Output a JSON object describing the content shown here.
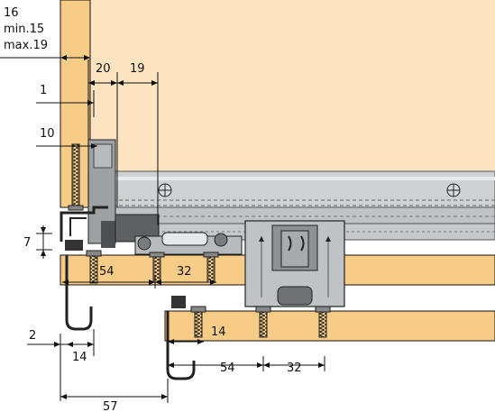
{
  "labels": {
    "side_thickness": "16",
    "side_min": "min.15",
    "side_max": "max.19",
    "gap_20": "20",
    "gap_19": "19",
    "dim_1": "1",
    "dim_10": "10",
    "dim_7": "7",
    "dim_2": "2",
    "dim_14_lower_left": "14",
    "dim_54_top": "54",
    "dim_32_top": "32",
    "dim_14_right": "14",
    "dim_54_bottom": "54",
    "dim_32_bottom": "32",
    "dim_57": "57"
  },
  "colors": {
    "wood": "#F6CC87",
    "door": "#FDE4C1",
    "aluminium": "#CFD2D3",
    "aluminium_dark": "#A6AAAD",
    "steel": "#6E6F70",
    "line": "#1A1A1A"
  }
}
